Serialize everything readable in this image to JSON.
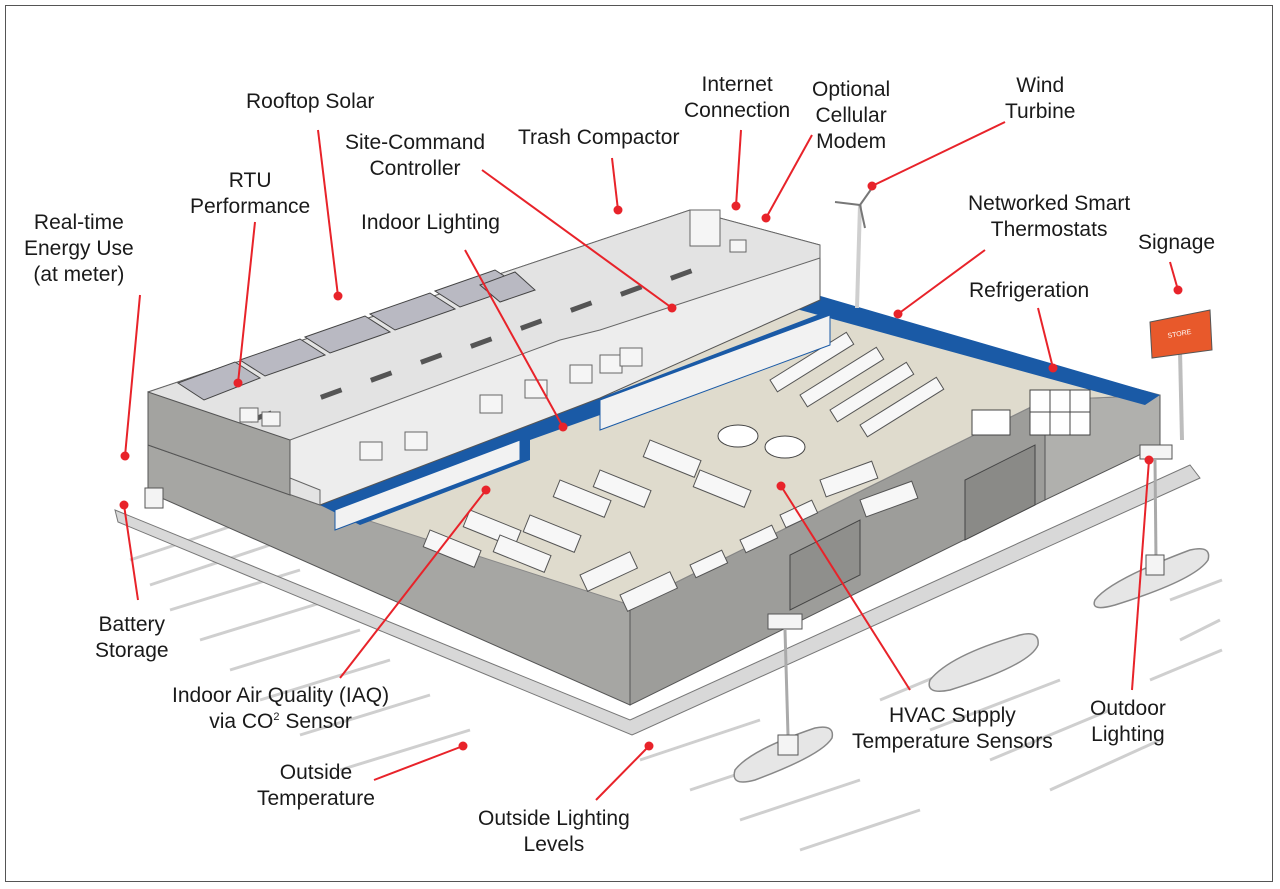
{
  "colors": {
    "callout_red": "#e8232a",
    "wall_gray": "#a9a9a6",
    "floor_beige": "#e0dccf",
    "interior_blue": "#1a5aa6",
    "roof_light": "#ececec",
    "sign_orange": "#e8592b"
  },
  "labels": {
    "rooftop_solar": [
      "Rooftop Solar"
    ],
    "rtu_performance": [
      "RTU",
      "Performance"
    ],
    "real_time_energy": [
      "Real-time",
      "Energy Use",
      "(at meter)"
    ],
    "site_command": [
      "Site-Command",
      "Controller"
    ],
    "trash_compactor": [
      "Trash Compactor"
    ],
    "internet_connection": [
      "Internet",
      "Connection"
    ],
    "optional_cellular": [
      "Optional",
      "Cellular",
      "Modem"
    ],
    "wind_turbine": [
      "Wind",
      "Turbine"
    ],
    "networked_thermostats": [
      "Networked Smart",
      "Thermostats"
    ],
    "signage": [
      "Signage"
    ],
    "indoor_lighting": [
      "Indoor Lighting"
    ],
    "refrigeration": [
      "Refrigeration"
    ],
    "battery_storage": [
      "Battery",
      "Storage"
    ],
    "iaq_line1": "Indoor Air Quality (IAQ)",
    "iaq_line2_pre": "via CO",
    "iaq_sub": "2",
    "iaq_line2_post": " Sensor",
    "outside_temperature": [
      "Outside",
      "Temperature"
    ],
    "outside_lighting": [
      "Outside Lighting",
      "Levels"
    ],
    "hvac_supply": [
      "HVAC Supply",
      "Temperature Sensors"
    ],
    "outdoor_lighting": [
      "Outdoor",
      "Lighting"
    ]
  },
  "sign_text": "STORE"
}
